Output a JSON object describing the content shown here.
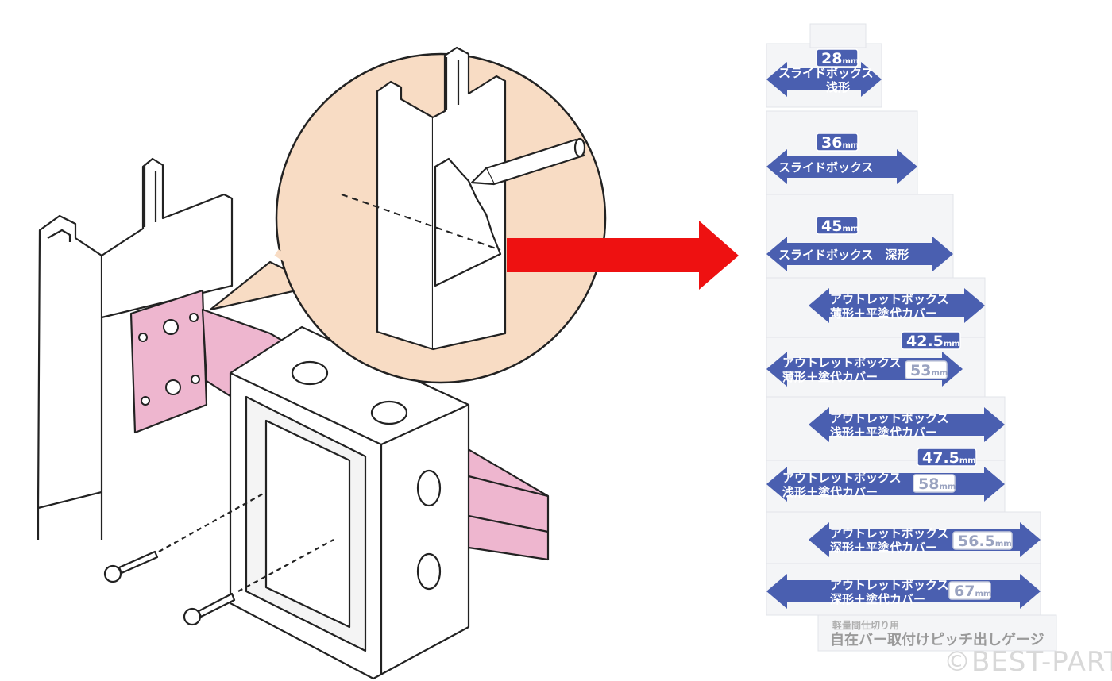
{
  "gauge": {
    "rows": [
      {
        "size": "28",
        "unit": "mm",
        "line1": "スライドボックス",
        "line2": "浅形"
      },
      {
        "size": "36",
        "unit": "mm",
        "line1": "スライドボックス",
        "line2": ""
      },
      {
        "size": "45",
        "unit": "mm",
        "line1": "スライドボックス　深形",
        "line2": ""
      },
      {
        "size": "42.5",
        "unit": "mm",
        "line1": "アウトレットボックス",
        "line2": "薄形＋平塗代カバー"
      },
      {
        "size": "53",
        "unit": "mm",
        "line1": "アウトレットボックス",
        "line2": "薄形＋塗代カバー"
      },
      {
        "size": "47.5",
        "unit": "mm",
        "line1": "アウトレットボックス",
        "line2": "浅形＋平塗代カバー"
      },
      {
        "size": "58",
        "unit": "mm",
        "line1": "アウトレットボックス",
        "line2": "浅形＋塗代カバー"
      },
      {
        "size": "56.5",
        "unit": "mm",
        "line1": "アウトレットボックス",
        "line2": "深形＋平塗代カバー"
      },
      {
        "size": "67",
        "unit": "mm",
        "line1": "アウトレットボックス",
        "line2": "深形＋塗代カバー"
      }
    ],
    "footer_small": "軽量間仕切り用",
    "footer_title": "自在バー取付けピッチ出しゲージ"
  },
  "colors": {
    "arrow_blue": "#4a5fb0",
    "accent_red": "#ee1111",
    "bubble": "#f8dcc4",
    "bracket_pink": "#eeb6cf"
  },
  "watermark": "©BEST-PARTS"
}
